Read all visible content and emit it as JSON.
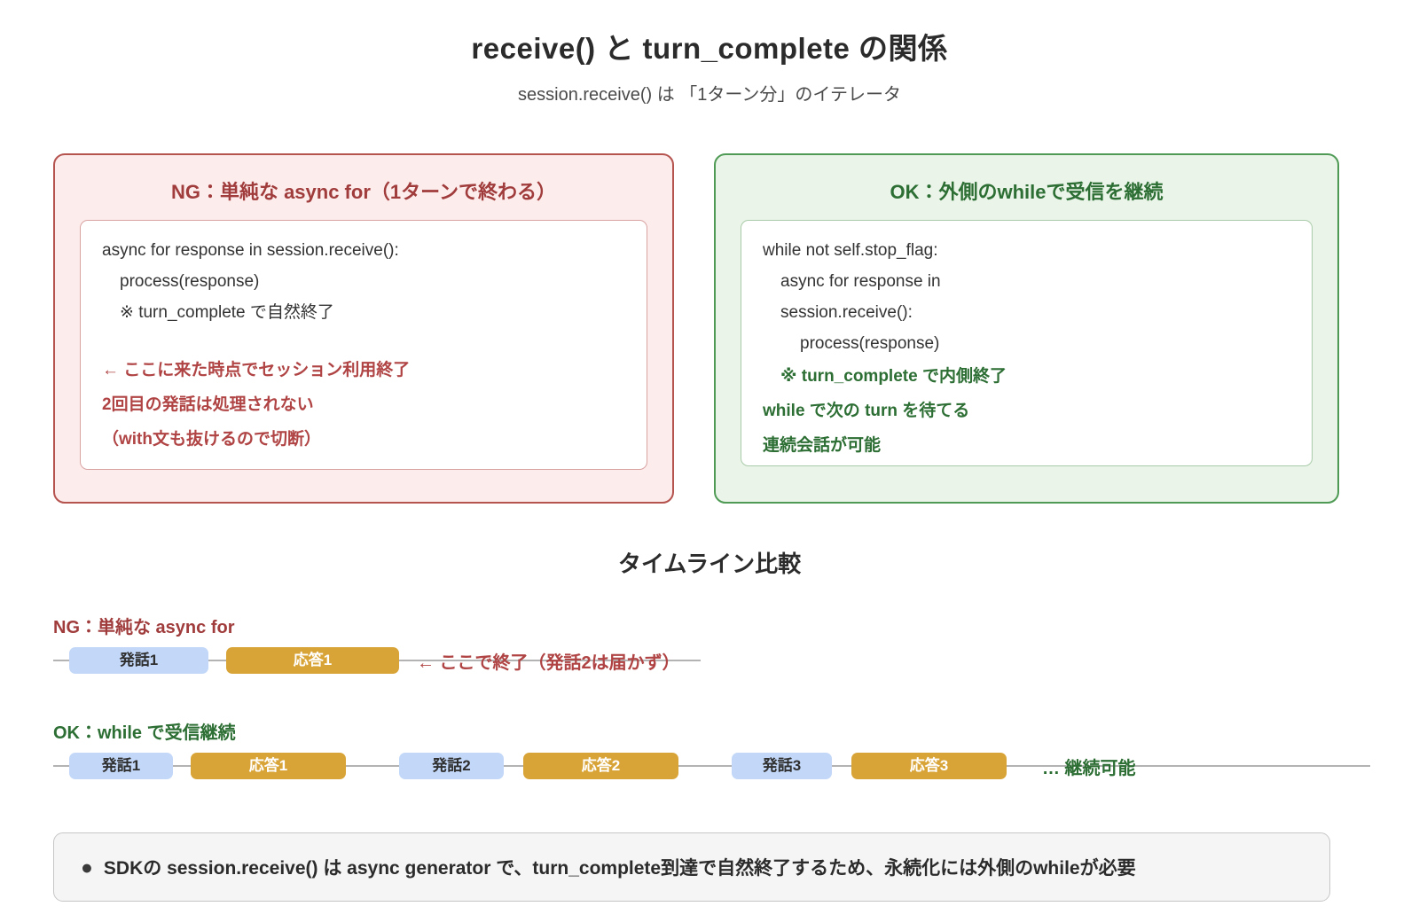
{
  "header": {
    "title": "receive() と turn_complete の関係",
    "subtitle": "session.receive() は 「1ターン分」のイテレータ"
  },
  "ng_card": {
    "title": "NG：単純な async for（1ターンで終わる）",
    "code_lines": [
      {
        "text": "async for response in session.receive():",
        "indent": 0
      },
      {
        "text": "process(response)",
        "indent": 1
      },
      {
        "text": "※ turn_complete で自然終了",
        "indent": 1
      }
    ],
    "notes": [
      {
        "text": "← ここに来た時点でセッション利用終了",
        "indent": 0
      },
      {
        "text": "2回目の発話は処理されない",
        "indent": 0
      },
      {
        "text": "（with文も抜けるので切断）",
        "indent": 0
      }
    ]
  },
  "ok_card": {
    "title": "OK：外側のwhileで受信を継続",
    "code_lines": [
      {
        "text": "while not self.stop_flag:",
        "indent": 0
      },
      {
        "text": "async for response in",
        "indent": 1
      },
      {
        "text": "session.receive():",
        "indent": 1
      },
      {
        "text": "process(response)",
        "indent": 2
      }
    ],
    "notes": [
      {
        "text": "※ turn_complete で内側終了",
        "indent": 1
      },
      {
        "text": "while で次の turn を待てる",
        "indent": 0
      },
      {
        "text": "連続会話が可能",
        "indent": 0
      }
    ]
  },
  "timeline_section": {
    "title": "タイムライン比較",
    "ng": {
      "label": "NG：単純な async for",
      "events": [
        {
          "label": "発話1",
          "type": "utterance"
        },
        {
          "label": "応答1",
          "type": "response"
        }
      ],
      "end_note": "← ここで終了（発話2は届かず）"
    },
    "ok": {
      "label": "OK：while で受信継続",
      "events": [
        {
          "label": "発話1",
          "type": "utterance"
        },
        {
          "label": "応答1",
          "type": "response"
        },
        {
          "label": "発話2",
          "type": "utterance"
        },
        {
          "label": "応答2",
          "type": "response"
        },
        {
          "label": "発話3",
          "type": "utterance"
        },
        {
          "label": "応答3",
          "type": "response"
        }
      ],
      "end_note": "… 継続可能"
    }
  },
  "summary": {
    "bullet": "●",
    "text": "SDKの session.receive() は async generator で、turn_complete到達で自然終了するため、永続化には外側のwhileが必要"
  },
  "colors": {
    "ng_border": "#b5534f",
    "ng_bg": "#fdecec",
    "ng_title": "#a03c3c",
    "ng_note": "#b04444",
    "ok_border": "#4f9b55",
    "ok_bg": "#eaf4e8",
    "ok_title": "#2c6e33",
    "ok_note": "#2c6e33",
    "utterance_fill": "#c3d8f8",
    "response_fill": "#d9a437",
    "timeline_line": "#b3b3b3",
    "code_text": "#333333"
  }
}
